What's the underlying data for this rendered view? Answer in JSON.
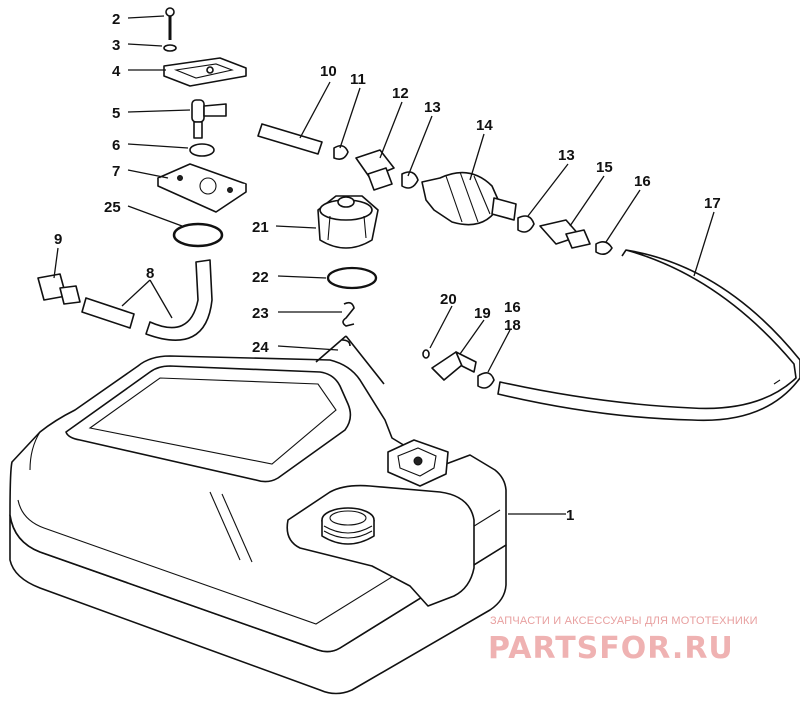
{
  "callouts": [
    {
      "id": "1"
    },
    {
      "id": "2"
    },
    {
      "id": "3"
    },
    {
      "id": "4"
    },
    {
      "id": "5"
    },
    {
      "id": "6"
    },
    {
      "id": "7"
    },
    {
      "id": "8"
    },
    {
      "id": "9"
    },
    {
      "id": "10"
    },
    {
      "id": "11"
    },
    {
      "id": "12"
    },
    {
      "id": "13"
    },
    {
      "id": "13"
    },
    {
      "id": "14"
    },
    {
      "id": "15"
    },
    {
      "id": "16"
    },
    {
      "id": "16"
    },
    {
      "id": "17"
    },
    {
      "id": "18"
    },
    {
      "id": "19"
    },
    {
      "id": "20"
    },
    {
      "id": "21"
    },
    {
      "id": "22"
    },
    {
      "id": "23"
    },
    {
      "id": "24"
    },
    {
      "id": "25"
    }
  ],
  "watermark": {
    "tagline": "ЗАПЧАСТИ И АКСЕССУАРЫ ДЛЯ МОТОТЕХНИКИ",
    "brand": "PARTSFOR.RU"
  }
}
